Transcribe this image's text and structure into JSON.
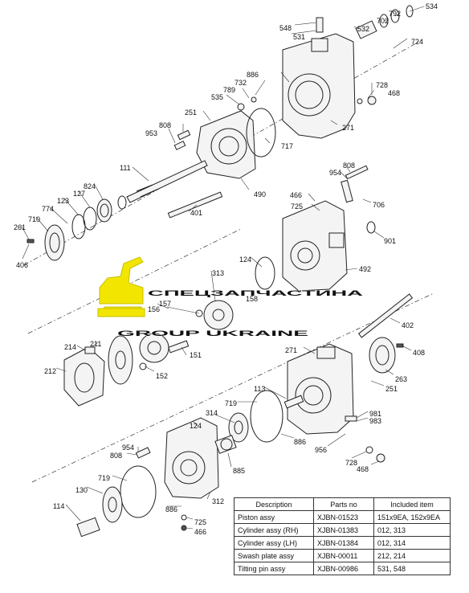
{
  "diagram": {
    "callouts": [
      "534",
      "792",
      "702",
      "548",
      "531",
      "532",
      "724",
      "886",
      "732",
      "789",
      "535",
      "728",
      "468",
      "251",
      "808",
      "953",
      "271",
      "717",
      "111",
      "490",
      "808",
      "954",
      "466",
      "725",
      "706",
      "824",
      "127",
      "123",
      "774",
      "710",
      "261",
      "406",
      "401",
      "901",
      "124",
      "313",
      "492",
      "158",
      "156",
      "157",
      "151",
      "402",
      "214",
      "211",
      "212",
      "152",
      "271",
      "408",
      "263",
      "251",
      "113",
      "719",
      "314",
      "124",
      "981",
      "983",
      "886",
      "956",
      "954",
      "808",
      "885",
      "728",
      "468",
      "719",
      "130",
      "114",
      "312",
      "886",
      "725",
      "466"
    ]
  },
  "watermark": {
    "line1": "СПЕЦЗАПЧАСТИНА",
    "line2": "GROUP UKRAINE",
    "accent_color": "#f2e600"
  },
  "table": {
    "headers": [
      "Description",
      "Parts no",
      "Included item"
    ],
    "rows": [
      [
        "Piston assy",
        "XJBN-01523",
        "151x9EA, 152x9EA"
      ],
      [
        "Cylinder assy (RH)",
        "XJBN-01383",
        "012, 313"
      ],
      [
        "Cylinder assy (LH)",
        "XJBN-01384",
        "012, 314"
      ],
      [
        "Swash plate assy",
        "XJBN-00011",
        "212, 214"
      ],
      [
        "Tilting pin assy",
        "XJBN-00986",
        "531, 548"
      ]
    ]
  }
}
